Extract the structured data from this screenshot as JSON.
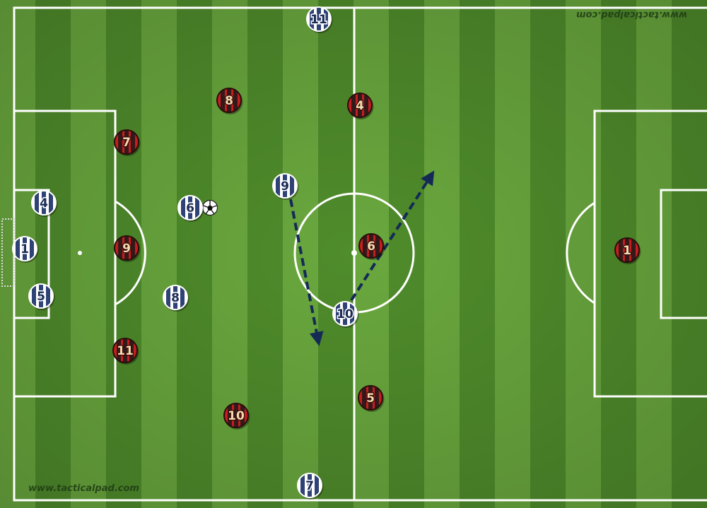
{
  "watermark_bottom": "www.tacticalpad.com",
  "watermark_top": "www.tacticalpad.com",
  "colors": {
    "stripe_dark": "#4f8c2b",
    "stripe_light": "#6aa83e",
    "lines": "#ffffff",
    "home_fill": "#ffffff",
    "home_stripe": "#24386e",
    "home_number": "#1b2a55",
    "away_fill": "#c41e1e",
    "away_stripe": "#1a1a1a",
    "away_number": "#f2ddb0",
    "arrow": "#142a55"
  },
  "players_home": [
    {
      "number": "11",
      "name": "player-home-11"
    },
    {
      "number": "9",
      "name": "player-home-9"
    },
    {
      "number": "4",
      "name": "player-home-4"
    },
    {
      "number": "6",
      "name": "player-home-6"
    },
    {
      "number": "1",
      "name": "player-home-1"
    },
    {
      "number": "5",
      "name": "player-home-5"
    },
    {
      "number": "8",
      "name": "player-home-8"
    },
    {
      "number": "10",
      "name": "player-home-10"
    },
    {
      "number": "7",
      "name": "player-home-7"
    }
  ],
  "players_away": [
    {
      "number": "8",
      "name": "player-away-8"
    },
    {
      "number": "4",
      "name": "player-away-4"
    },
    {
      "number": "7",
      "name": "player-away-7"
    },
    {
      "number": "6",
      "name": "player-away-6"
    },
    {
      "number": "9",
      "name": "player-away-9"
    },
    {
      "number": "11",
      "name": "player-away-11"
    },
    {
      "number": "5",
      "name": "player-away-5"
    },
    {
      "number": "10",
      "name": "player-away-10"
    },
    {
      "number": "1",
      "name": "player-away-1"
    }
  ]
}
